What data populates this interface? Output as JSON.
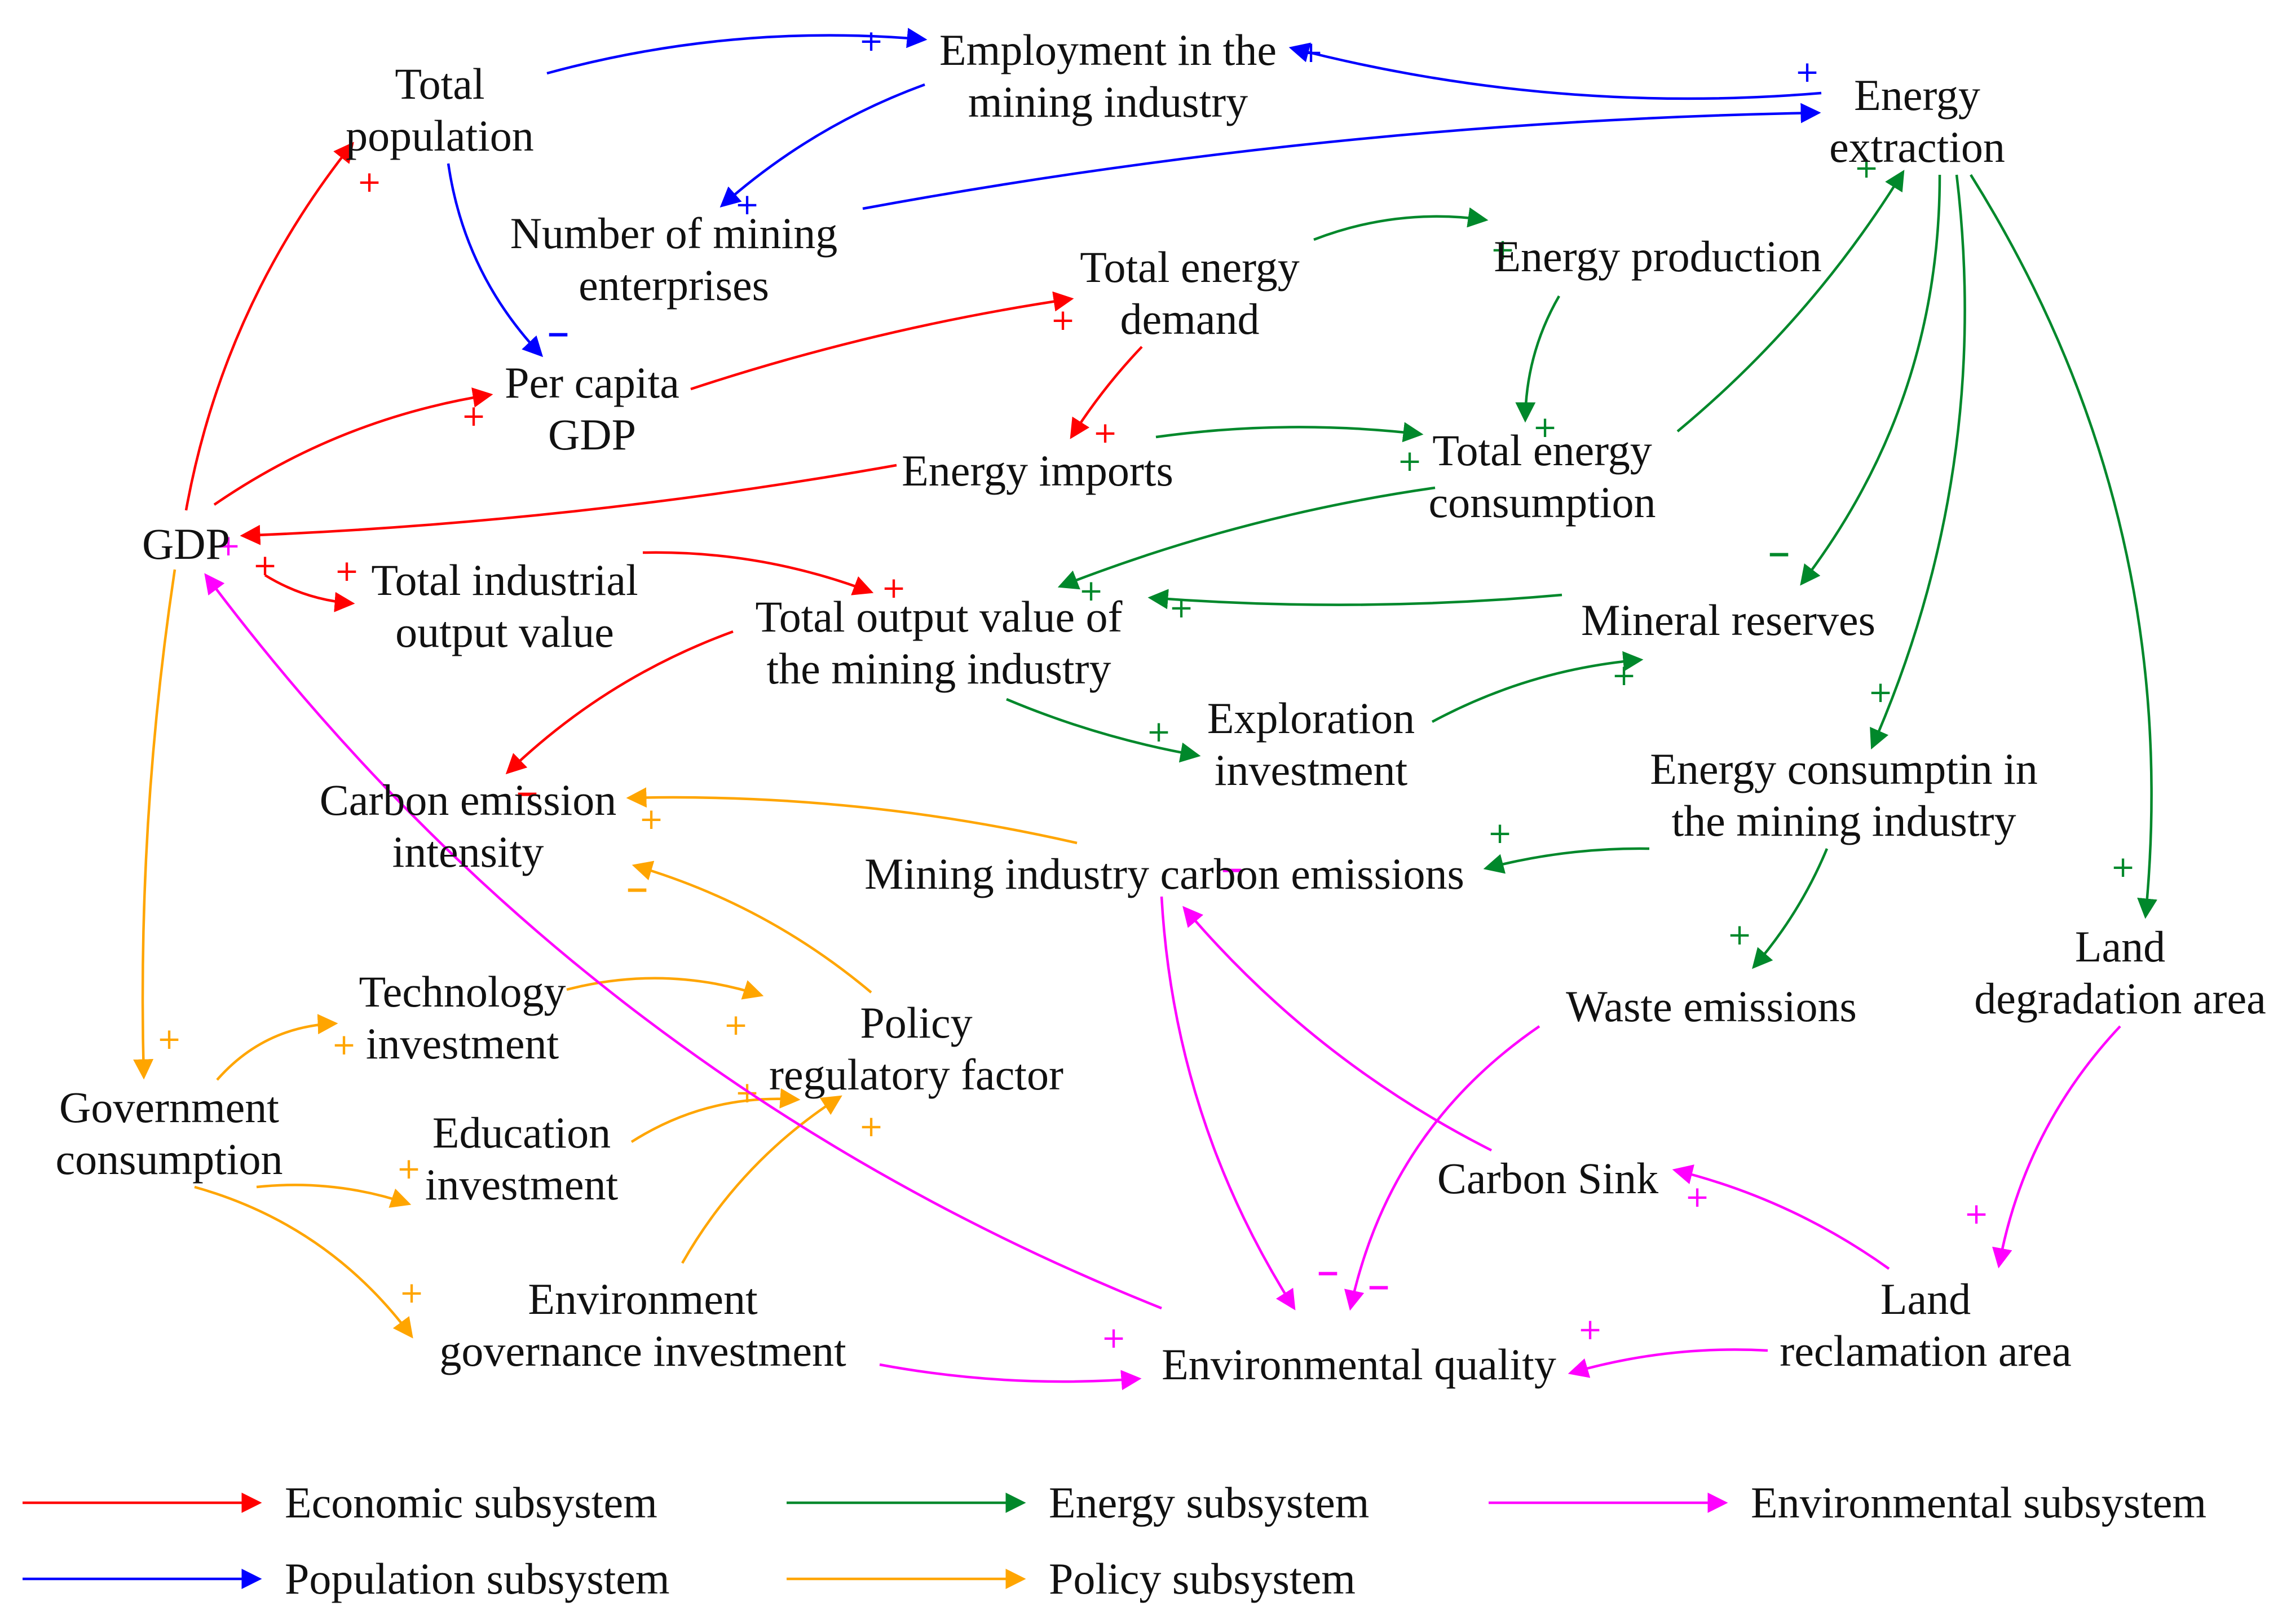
{
  "colors": {
    "economic": "#ff0000",
    "energy": "#00882b",
    "environmental": "#ff00ff",
    "population": "#0000ff",
    "policy": "#ffa500"
  },
  "nodes": {
    "total_population": [
      "Total",
      "population"
    ],
    "employment": [
      "Employment in the",
      "mining industry"
    ],
    "energy_extraction": [
      "Energy",
      "extraction"
    ],
    "mining_enterprises": [
      "Number of mining",
      "enterprises"
    ],
    "total_energy_demand": [
      "Total energy",
      "demand"
    ],
    "energy_production": [
      "Energy production"
    ],
    "per_capita_gdp": [
      "Per capita",
      "GDP"
    ],
    "energy_imports": [
      "Energy imports"
    ],
    "total_energy_consumption": [
      "Total energy",
      "consumption"
    ],
    "gdp": [
      "GDP"
    ],
    "total_industrial_output": [
      "Total industrial",
      "output value"
    ],
    "total_output_mining": [
      "Total output value of",
      "the mining industry"
    ],
    "mineral_reserves": [
      "Mineral reserves"
    ],
    "exploration_investment": [
      "Exploration",
      "investment"
    ],
    "energy_consumption_mining": [
      "Energy consumptin in",
      "the mining industry"
    ],
    "carbon_emission_intensity": [
      "Carbon emission",
      "intensity"
    ],
    "mining_carbon_emissions": [
      "Mining industry carbon emissions"
    ],
    "land_degradation": [
      "Land",
      "degradation area"
    ],
    "technology_investment": [
      "Technology",
      "investment"
    ],
    "policy_factor": [
      "Policy",
      "regulatory factor"
    ],
    "waste_emissions": [
      "Waste emissions"
    ],
    "government_consumption": [
      "Government",
      "consumption"
    ],
    "education_investment": [
      "Education",
      "investment"
    ],
    "carbon_sink": [
      "Carbon Sink"
    ],
    "environment_governance": [
      "Environment",
      "governance investment"
    ],
    "land_reclamation": [
      "Land",
      "reclamation area"
    ],
    "environmental_quality": [
      "Environmental quality"
    ]
  },
  "legend": [
    {
      "label": "Economic subsystem",
      "color": "economic"
    },
    {
      "label": "Energy subsystem",
      "color": "energy"
    },
    {
      "label": "Environmental subsystem",
      "color": "environmental"
    },
    {
      "label": "Population subsystem",
      "color": "population"
    },
    {
      "label": "Policy subsystem",
      "color": "policy"
    }
  ],
  "links": [
    {
      "from": "total_population",
      "to": "employment",
      "color": "population",
      "sign": "+"
    },
    {
      "from": "employment",
      "to": "mining_enterprises",
      "color": "population",
      "sign": "+"
    },
    {
      "from": "energy_extraction",
      "to": "employment",
      "color": "population",
      "sign": "+"
    },
    {
      "from": "mining_enterprises",
      "to": "energy_extraction",
      "color": "population",
      "sign": "+"
    },
    {
      "from": "total_population",
      "to": "per_capita_gdp",
      "color": "population",
      "sign": "−"
    },
    {
      "from": "gdp",
      "to": "total_population",
      "color": "economic",
      "sign": "+"
    },
    {
      "from": "gdp",
      "to": "per_capita_gdp",
      "color": "economic",
      "sign": "+"
    },
    {
      "from": "per_capita_gdp",
      "to": "total_energy_demand",
      "color": "economic",
      "sign": "+"
    },
    {
      "from": "total_energy_demand",
      "to": "energy_imports",
      "color": "economic",
      "sign": "+"
    },
    {
      "from": "energy_imports",
      "to": "gdp",
      "color": "economic",
      "sign": "+"
    },
    {
      "from": "gdp",
      "to": "total_industrial_output",
      "color": "economic",
      "sign": "+"
    },
    {
      "from": "total_industrial_output",
      "to": "total_output_mining",
      "color": "economic",
      "sign": "+"
    },
    {
      "from": "total_output_mining",
      "to": "carbon_emission_intensity",
      "color": "economic",
      "sign": "−"
    },
    {
      "from": "total_energy_demand",
      "to": "energy_production",
      "color": "energy",
      "sign": "+"
    },
    {
      "from": "energy_production",
      "to": "total_energy_consumption",
      "color": "energy",
      "sign": "+"
    },
    {
      "from": "energy_imports",
      "to": "total_energy_consumption",
      "color": "energy",
      "sign": "+"
    },
    {
      "from": "total_energy_consumption",
      "to": "energy_extraction",
      "color": "energy",
      "sign": "+"
    },
    {
      "from": "total_energy_consumption",
      "to": "total_output_mining",
      "color": "energy",
      "sign": "+"
    },
    {
      "from": "mineral_reserves",
      "to": "total_output_mining",
      "color": "energy",
      "sign": "+"
    },
    {
      "from": "total_output_mining",
      "to": "exploration_investment",
      "color": "energy",
      "sign": "+"
    },
    {
      "from": "exploration_investment",
      "to": "mineral_reserves",
      "color": "energy",
      "sign": "+"
    },
    {
      "from": "energy_extraction",
      "to": "mineral_reserves",
      "color": "energy",
      "sign": "−"
    },
    {
      "from": "energy_extraction",
      "to": "energy_consumption_mining",
      "color": "energy",
      "sign": "+"
    },
    {
      "from": "energy_extraction",
      "to": "land_degradation",
      "color": "energy",
      "sign": "+"
    },
    {
      "from": "energy_consumption_mining",
      "to": "mining_carbon_emissions",
      "color": "energy",
      "sign": "+"
    },
    {
      "from": "energy_consumption_mining",
      "to": "waste_emissions",
      "color": "energy",
      "sign": "+"
    },
    {
      "from": "mining_carbon_emissions",
      "to": "carbon_emission_intensity",
      "color": "policy",
      "sign": "+"
    },
    {
      "from": "policy_factor",
      "to": "carbon_emission_intensity",
      "color": "policy",
      "sign": "−"
    },
    {
      "from": "gdp",
      "to": "government_consumption",
      "color": "policy",
      "sign": "+"
    },
    {
      "from": "government_consumption",
      "to": "technology_investment",
      "color": "policy",
      "sign": "+"
    },
    {
      "from": "government_consumption",
      "to": "education_investment",
      "color": "policy",
      "sign": "+"
    },
    {
      "from": "government_consumption",
      "to": "environment_governance",
      "color": "policy",
      "sign": "+"
    },
    {
      "from": "technology_investment",
      "to": "policy_factor",
      "color": "policy",
      "sign": "+"
    },
    {
      "from": "education_investment",
      "to": "policy_factor",
      "color": "policy",
      "sign": "+"
    },
    {
      "from": "environment_governance",
      "to": "policy_factor",
      "color": "policy",
      "sign": "+"
    },
    {
      "from": "environmental_quality",
      "to": "gdp",
      "color": "environmental",
      "sign": "+"
    },
    {
      "from": "mining_carbon_emissions",
      "to": "environmental_quality",
      "color": "environmental",
      "sign": "−"
    },
    {
      "from": "waste_emissions",
      "to": "environmental_quality",
      "color": "environmental",
      "sign": "−"
    },
    {
      "from": "carbon_sink",
      "to": "mining_carbon_emissions",
      "color": "environmental",
      "sign": "−"
    },
    {
      "from": "land_reclamation",
      "to": "carbon_sink",
      "color": "environmental",
      "sign": "+"
    },
    {
      "from": "land_degradation",
      "to": "land_reclamation",
      "color": "environmental",
      "sign": "+"
    },
    {
      "from": "land_reclamation",
      "to": "environmental_quality",
      "color": "environmental",
      "sign": "+"
    },
    {
      "from": "environment_governance",
      "to": "environmental_quality",
      "color": "environmental",
      "sign": "+"
    }
  ]
}
